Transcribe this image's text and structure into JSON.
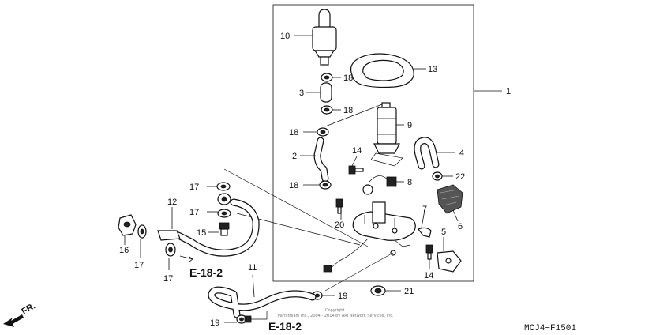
{
  "callouts": {
    "p1": "1",
    "p2": "2",
    "p3": "3",
    "p4": "4",
    "p5": "5",
    "p6": "6",
    "p7": "7",
    "p8": "8",
    "p9": "9",
    "p10": "10",
    "p11": "11",
    "p12": "12",
    "p13": "13",
    "p14a": "14",
    "p14b": "14",
    "p15": "15",
    "p16": "16",
    "p17a": "17",
    "p17b": "17",
    "p17c": "17",
    "p17d": "17",
    "p18a": "18",
    "p18b": "18",
    "p18c": "18",
    "p18d": "18",
    "p19a": "19",
    "p19b": "19",
    "p20": "20",
    "p21": "21",
    "p22": "22"
  },
  "references": {
    "ref_a": "E-18-2",
    "ref_b": "E-18-2"
  },
  "front_label": "FR.",
  "diagram_code": "MCJ4−F1501",
  "copyright_line1": "Copyright",
  "copyright_line2": "Partstream Inc., 2004 - 2014 by ARI Network Services, Inc."
}
